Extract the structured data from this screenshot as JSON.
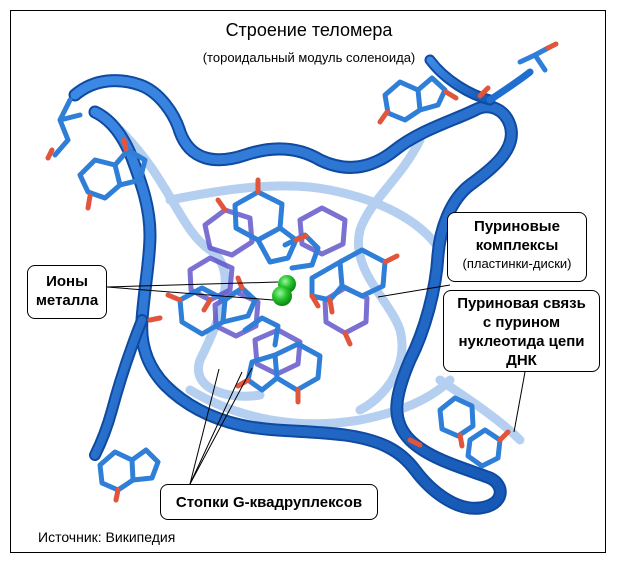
{
  "title": "Строение теломера",
  "subtitle": "(тороидальный модуль соленоида)",
  "labels": {
    "ions_line1": "Ионы",
    "ions_line2": "металла",
    "purine_line1": "Пуриновые",
    "purine_line2": "комплексы",
    "purine_sub": "(пластинки-диски)",
    "bond_line1": "Пуриновая связь",
    "bond_line2": "с пурином",
    "bond_line3": "нуклеотида цепи",
    "bond_line4": "ДНК",
    "stacks": "Стопки G-квадруплексов"
  },
  "source": "Источник: Википедия",
  "colors": {
    "backbone": "#1f6fd1",
    "backbone_light": "#8ab4e8",
    "base_blue": "#2f7fd8",
    "base_purple": "#5a4ec8",
    "oxygen": "#e0553c",
    "ion": "#22c22a"
  }
}
